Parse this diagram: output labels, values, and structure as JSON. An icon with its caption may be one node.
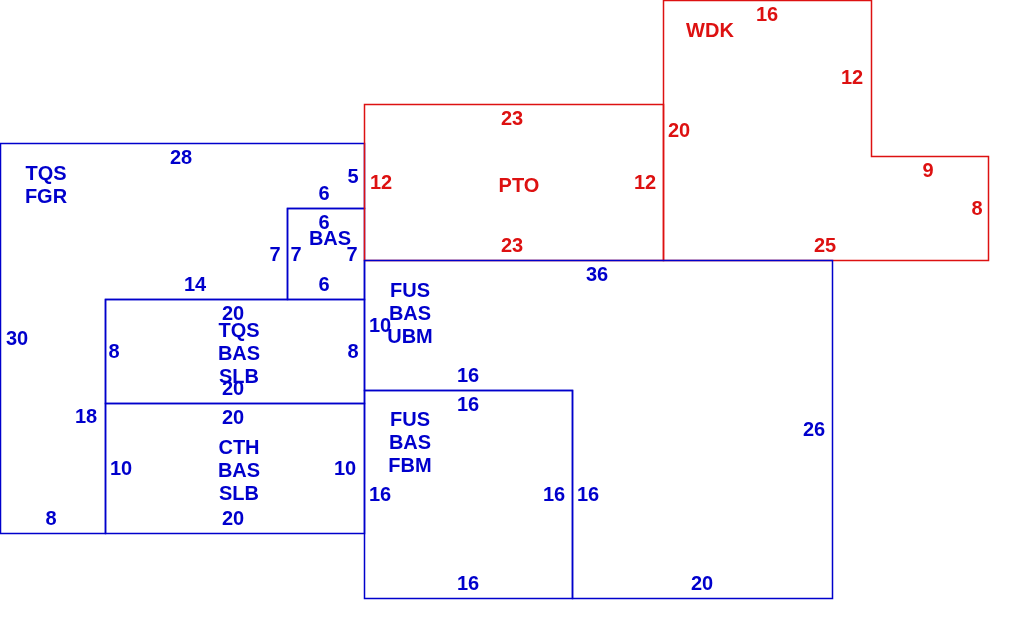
{
  "diagram": {
    "nodes": [
      {
        "text": [
          "TQS FGR",
          "28",
          "5",
          "6",
          "7",
          "14",
          "30",
          "18",
          "8"
        ]
      },
      {
        "text": [
          "BAS",
          "6",
          "7",
          "7",
          "6"
        ]
      },
      {
        "text": [
          "TQS BAS SLB",
          "20",
          "8",
          "8",
          "20"
        ]
      },
      {
        "text": [
          "CTH BAS SLB",
          "20",
          "10",
          "10",
          "20"
        ]
      },
      {
        "text": [
          "PTO",
          "23",
          "12",
          "12",
          "23"
        ]
      },
      {
        "text": [
          "WDK",
          "16",
          "12",
          "9",
          "8",
          "25",
          "20"
        ]
      },
      {
        "text": [
          "FUS BAS UBM",
          "36",
          "10",
          "16",
          "16",
          "26",
          "20"
        ]
      },
      {
        "text": [
          "FUS BAS FBM",
          "16",
          "16",
          "16",
          "16"
        ]
      }
    ]
  }
}
